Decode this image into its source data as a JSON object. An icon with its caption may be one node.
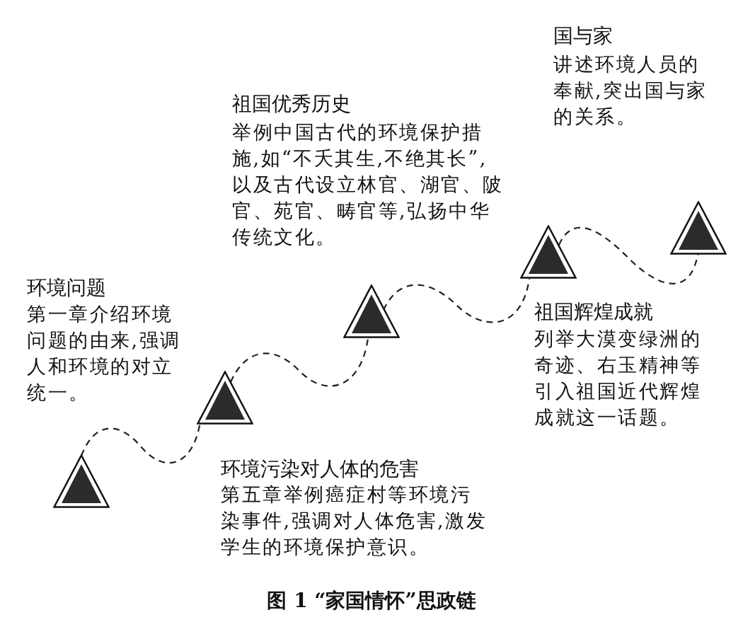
{
  "diagram": {
    "caption": "图 1 “家国情怀”思政链",
    "nodes": [
      {
        "text": [],
        "shape": "triangle",
        "beside": [
          "环境问题",
          "第一章介绍环境问题的由来,强调人和环境的对立统一。"
        ]
      },
      {
        "text": [],
        "shape": "triangle",
        "beside": [
          "环境污染对人体的危害",
          "第五章举例癌症村等环境污染事件,强调对人体危害,激发学生的环境保护意识。"
        ]
      },
      {
        "text": [],
        "shape": "triangle",
        "beside": [
          "祖国优秀历史",
          "举例中国古代的环境保护措施,如“不夭其生,不绝其长”,以及古代设立林官、湖官、陂官、苑官、畴官等,弘扬中华传统文化。"
        ]
      },
      {
        "text": [],
        "shape": "triangle",
        "beside": [
          "祖国辉煌成就",
          "列举大漠变绿洲的奇迹、右玉精神等引入祖国近代辉煌成就这一话题。"
        ]
      },
      {
        "text": [],
        "shape": "triangle",
        "beside": [
          "国与家",
          "讲述环境人员的奉献,突出国与家的关系。"
        ]
      }
    ],
    "edges": [
      {
        "from": 0,
        "to": 1,
        "arrow": "none"
      },
      {
        "from": 1,
        "to": 2,
        "arrow": "none"
      },
      {
        "from": 2,
        "to": 3,
        "arrow": "none"
      },
      {
        "from": 3,
        "to": 4,
        "arrow": "none"
      }
    ]
  }
}
